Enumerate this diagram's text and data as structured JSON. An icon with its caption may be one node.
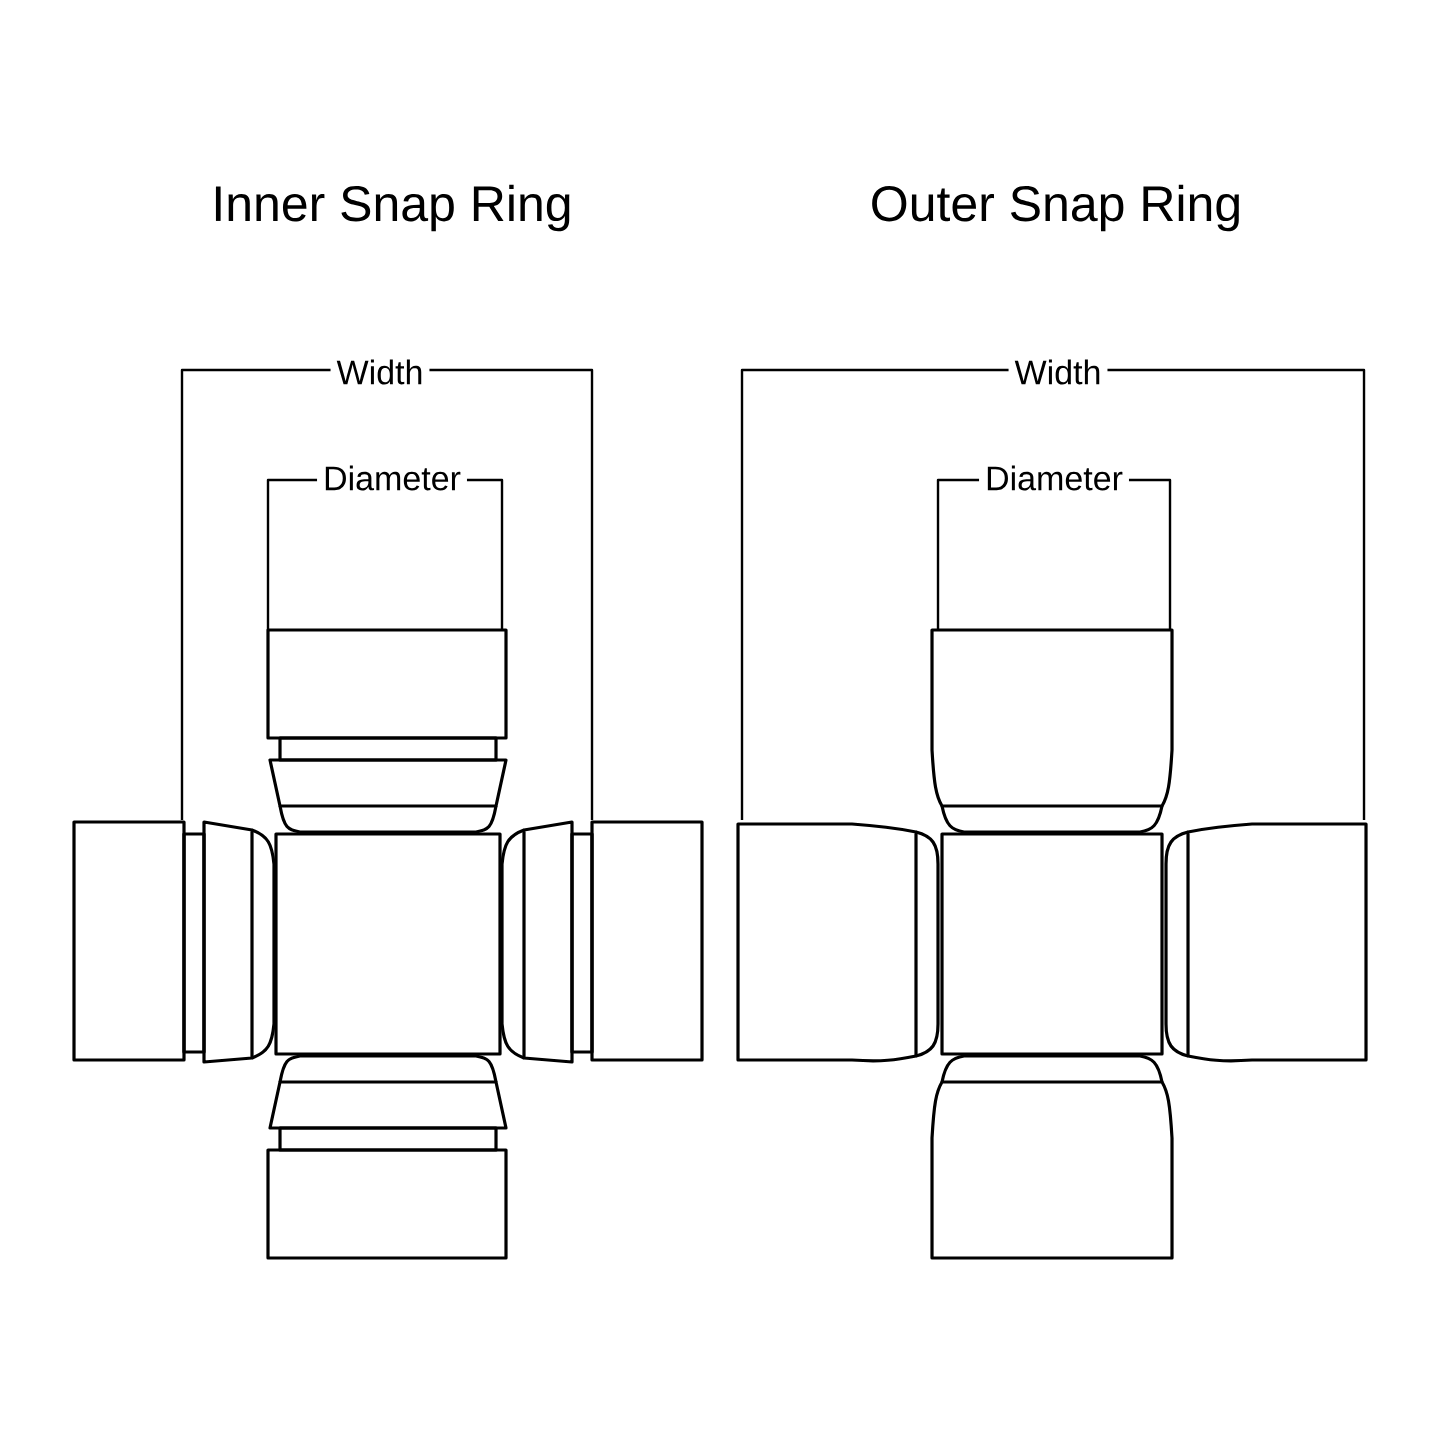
{
  "diagram": {
    "labels": [
      "Inner Snap Ring",
      "Outer Snap Ring",
      "Width",
      "Diameter",
      "Width",
      "Diameter"
    ]
  }
}
